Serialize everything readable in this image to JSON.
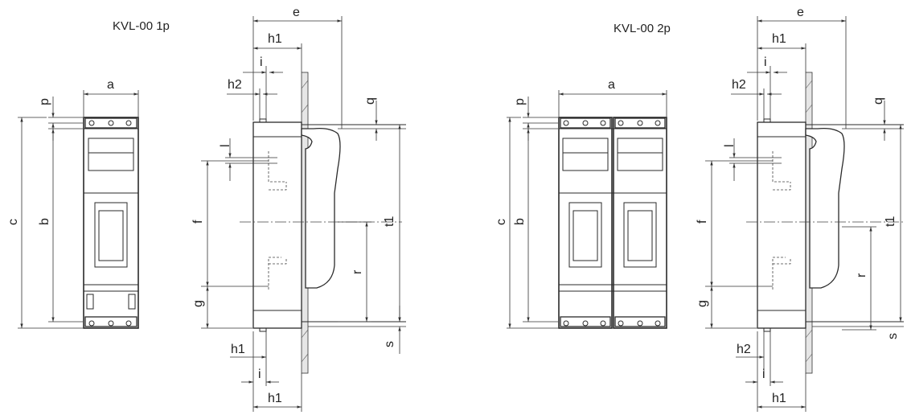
{
  "titles": {
    "left": "KVL-00 1p",
    "right": "KVL-00 2p"
  },
  "dimensions": {
    "a": "a",
    "b": "b",
    "c": "c",
    "p": "p",
    "e": "e",
    "h1": "h1",
    "h2": "h2",
    "i": "i",
    "l": "l",
    "q": "q",
    "f": "f",
    "g": "g",
    "r": "r",
    "t1": "t1",
    "s": "s"
  }
}
